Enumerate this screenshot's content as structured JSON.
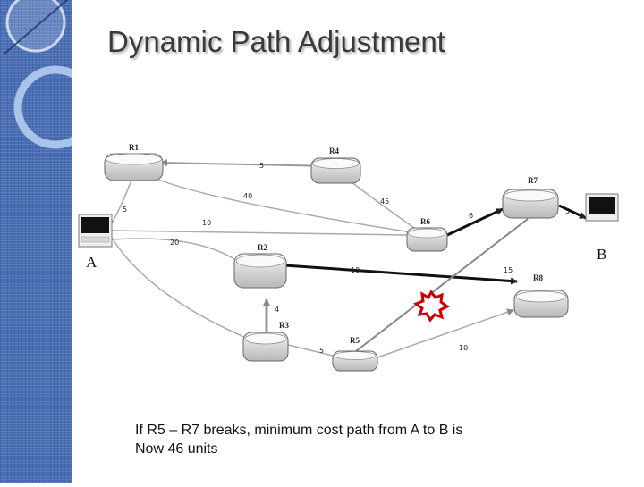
{
  "slide": {
    "title": "Dynamic Path Adjustment",
    "caption_line1": "If R5 – R7 breaks, minimum cost path from A to B is",
    "caption_line2": "Now 46 units"
  },
  "hosts": {
    "a": "A",
    "b": "B"
  },
  "routers": {
    "r1": "R1",
    "r2": "R2",
    "r3": "R3",
    "r4": "R4",
    "r5": "R5",
    "r6": "R6",
    "r7": "R7",
    "r8": "R8"
  },
  "link_weights": {
    "r1_r4": "5",
    "r1_r6": "40",
    "r4_r6": "45",
    "a_r1": "5",
    "a_r6": "10",
    "a_r2": "20",
    "r6_r7": "6",
    "r7_b": "5",
    "r2_r8": "10",
    "r5_r7": "15",
    "r2_r3": "4",
    "r3_r5": "5",
    "r5_r8": "10"
  },
  "colors": {
    "sidebar": "#4a6fb5",
    "break_mark": "#cc0000",
    "link_gray": "#9a9a9a"
  }
}
